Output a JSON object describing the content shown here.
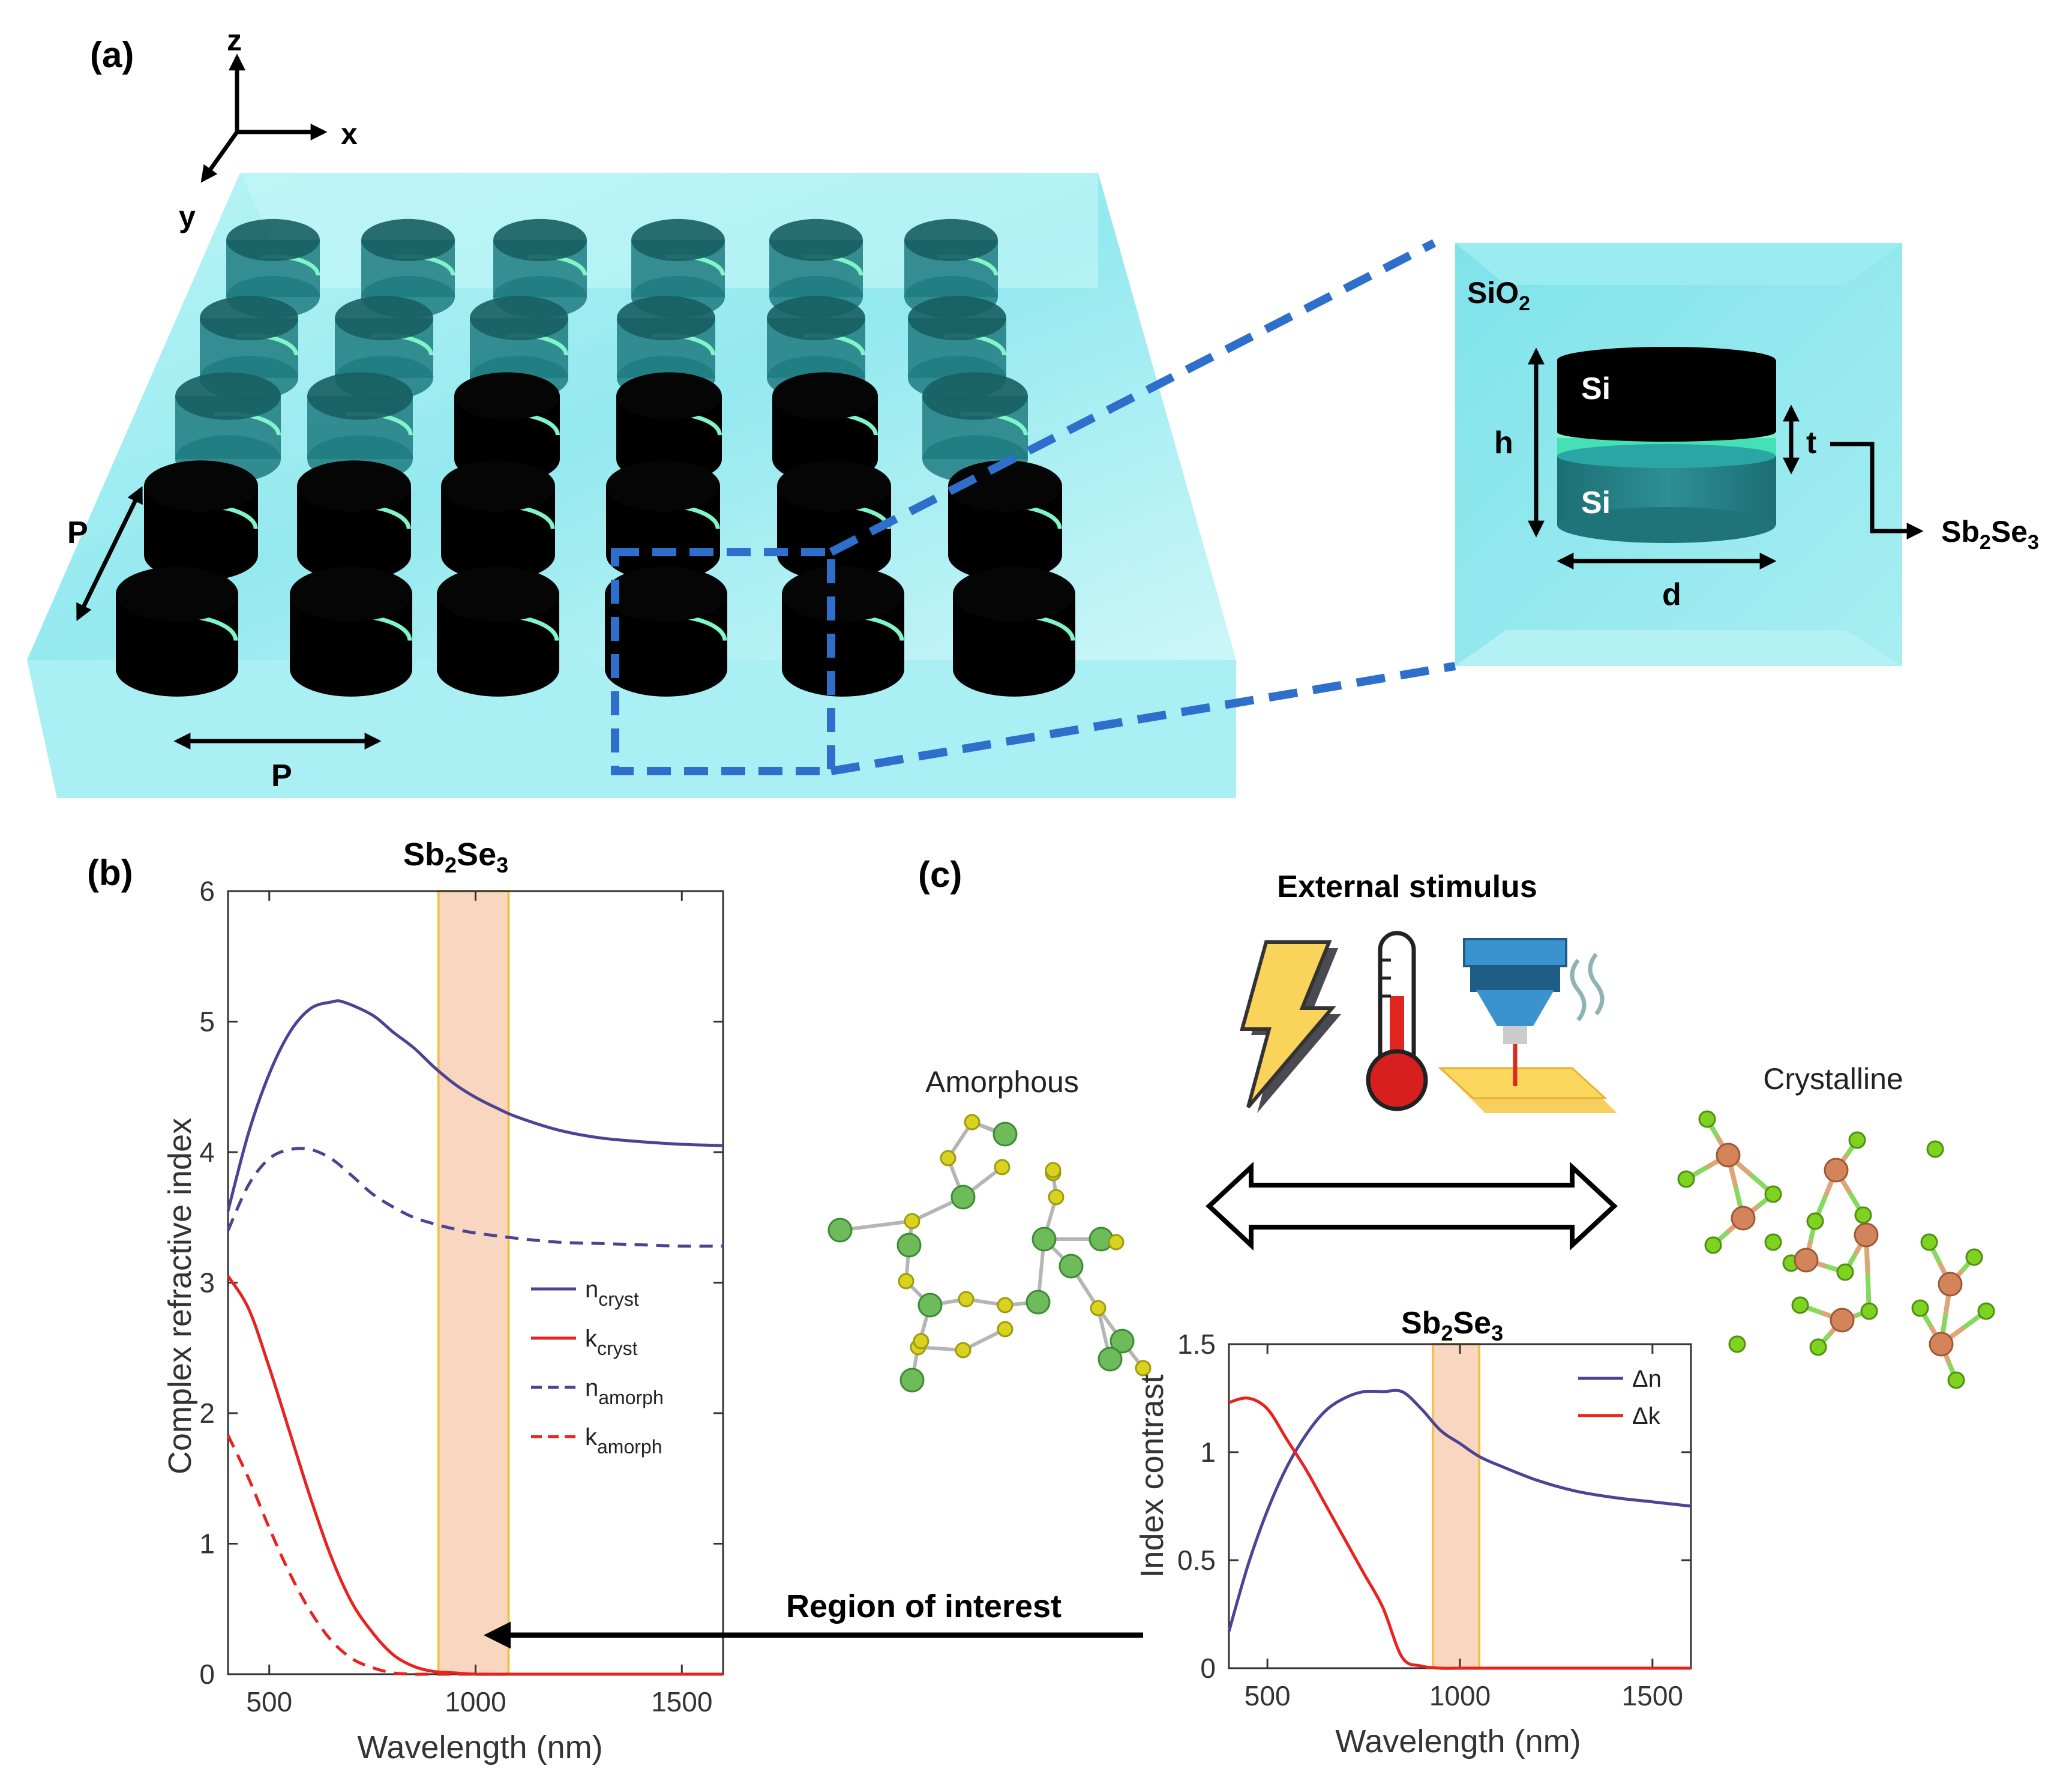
{
  "panel_a": {
    "label": "(a)",
    "axes": {
      "z": "z",
      "x": "x",
      "y": "y"
    },
    "period_label": "P",
    "period_label_side": "P",
    "inset": {
      "cladding": "SiO",
      "cladding_sub": "2",
      "top_layer": "Si",
      "bottom_layer": "Si",
      "height_label": "h",
      "thickness_label": "t",
      "diameter_label": "d",
      "pcm_pre": "Sb",
      "pcm_sub1": "2",
      "pcm_mid": "Se",
      "pcm_sub2": "3"
    }
  },
  "panel_b": {
    "label": "(b)",
    "band_title_pre": "Sb",
    "band_title_sub1": "2",
    "band_title_mid": "Se",
    "band_title_sub2": "3",
    "xlabel": "Wavelength (nm)",
    "ylabel": "Complex refractive index",
    "annotation": "Region of interest"
  },
  "panel_c": {
    "label": "(c)",
    "stimulus_title": "External stimulus",
    "stimulus_icons": [
      "lightning-icon",
      "thermometer-icon",
      "laser-icon"
    ],
    "left_state": "Amorphous",
    "right_state": "Crystalline",
    "inset_title_pre": "Sb",
    "inset_title_sub1": "2",
    "inset_title_mid": "Se",
    "inset_title_sub2": "3",
    "xlabel": "Wavelength (nm)",
    "ylabel": "Index contrast"
  },
  "chart_data": [
    {
      "type": "line",
      "xlabel": "Wavelength (nm)",
      "ylabel": "Complex refractive index",
      "xlim": [
        400,
        1600
      ],
      "ylim": [
        0,
        6
      ],
      "xticks": [
        500,
        1000,
        1500
      ],
      "yticks": [
        0,
        1,
        2,
        3,
        4,
        5,
        6
      ],
      "highlight_band": [
        910,
        1080
      ],
      "legend_position": "middle-right",
      "series": [
        {
          "name": "n",
          "sub": "cryst",
          "color": "#4b4393",
          "dash": "solid",
          "x": [
            400,
            450,
            500,
            550,
            600,
            650,
            680,
            750,
            800,
            850,
            900,
            950,
            1000,
            1050,
            1100,
            1200,
            1300,
            1400,
            1500,
            1600
          ],
          "y": [
            3.55,
            4.15,
            4.6,
            4.92,
            5.1,
            5.15,
            5.15,
            5.05,
            4.92,
            4.8,
            4.65,
            4.52,
            4.42,
            4.34,
            4.27,
            4.17,
            4.11,
            4.08,
            4.06,
            4.05
          ]
        },
        {
          "name": "k",
          "sub": "cryst",
          "color": "#e8231f",
          "dash": "solid",
          "x": [
            400,
            450,
            500,
            550,
            600,
            650,
            700,
            750,
            800,
            850,
            900,
            950,
            1000,
            1100,
            1200,
            1400,
            1600
          ],
          "y": [
            3.05,
            2.8,
            2.35,
            1.85,
            1.35,
            0.9,
            0.55,
            0.32,
            0.15,
            0.06,
            0.02,
            0.01,
            0.0,
            0.0,
            0.0,
            0.0,
            0.0
          ]
        },
        {
          "name": "n",
          "sub": "amorph",
          "color": "#4b4393",
          "dash": "dashed",
          "x": [
            400,
            450,
            500,
            550,
            600,
            650,
            700,
            750,
            800,
            850,
            900,
            950,
            1000,
            1100,
            1200,
            1300,
            1400,
            1500,
            1600
          ],
          "y": [
            3.4,
            3.75,
            3.95,
            4.02,
            4.02,
            3.95,
            3.82,
            3.68,
            3.58,
            3.5,
            3.45,
            3.41,
            3.38,
            3.34,
            3.31,
            3.3,
            3.29,
            3.28,
            3.28
          ]
        },
        {
          "name": "k",
          "sub": "amorph",
          "color": "#e8231f",
          "dash": "dashed",
          "x": [
            400,
            450,
            500,
            550,
            600,
            650,
            700,
            750,
            800,
            850,
            900,
            1000,
            1200,
            1600
          ],
          "y": [
            1.83,
            1.5,
            1.12,
            0.77,
            0.48,
            0.26,
            0.12,
            0.05,
            0.01,
            0.0,
            0.0,
            0.0,
            0.0,
            0.0
          ]
        }
      ]
    },
    {
      "type": "line",
      "title": "Sb2Se3",
      "xlabel": "Wavelength (nm)",
      "ylabel": "Index contrast",
      "xlim": [
        400,
        1600
      ],
      "ylim": [
        0,
        1.5
      ],
      "xticks": [
        500,
        1000,
        1500
      ],
      "yticks": [
        0,
        0.5,
        1,
        1.5
      ],
      "highlight_band": [
        930,
        1050
      ],
      "legend_position": "top-right",
      "series": [
        {
          "name": "Δn",
          "color": "#4b4393",
          "dash": "solid",
          "x": [
            400,
            450,
            500,
            550,
            600,
            650,
            700,
            750,
            800,
            850,
            900,
            950,
            1000,
            1050,
            1100,
            1200,
            1300,
            1400,
            1500,
            1600
          ],
          "y": [
            0.17,
            0.48,
            0.73,
            0.93,
            1.08,
            1.19,
            1.25,
            1.28,
            1.28,
            1.28,
            1.2,
            1.1,
            1.04,
            0.98,
            0.94,
            0.87,
            0.82,
            0.79,
            0.77,
            0.75
          ]
        },
        {
          "name": "Δk",
          "color": "#e8231f",
          "dash": "solid",
          "x": [
            400,
            450,
            500,
            550,
            600,
            650,
            700,
            750,
            800,
            850,
            900,
            950,
            1000,
            1100,
            1200,
            1600
          ],
          "y": [
            1.23,
            1.25,
            1.2,
            1.06,
            0.92,
            0.76,
            0.6,
            0.44,
            0.28,
            0.05,
            0.01,
            0.0,
            0.0,
            0.0,
            0.0,
            0.0
          ]
        }
      ]
    }
  ]
}
